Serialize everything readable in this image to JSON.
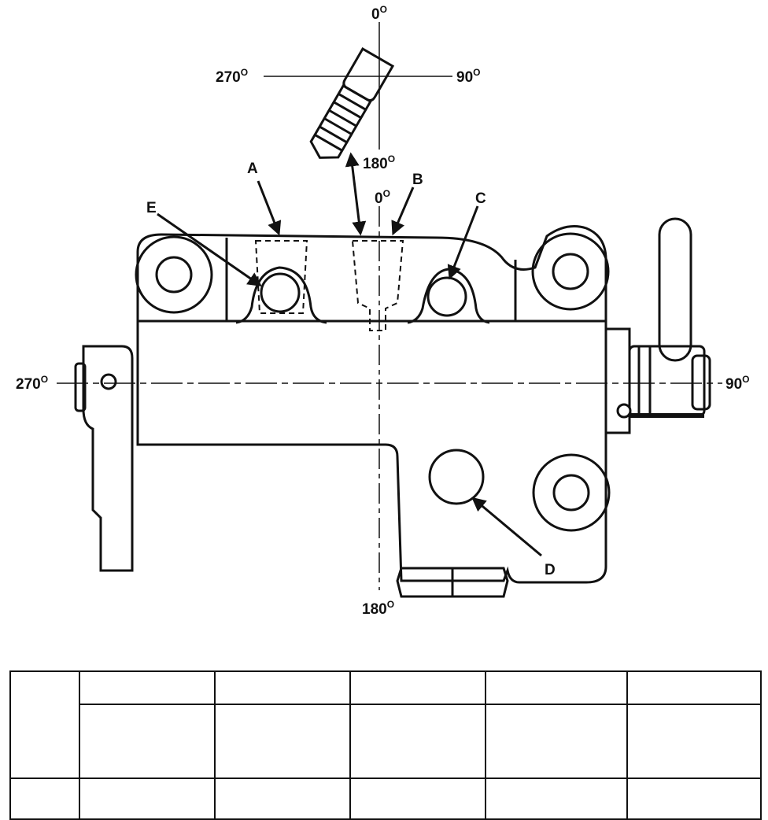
{
  "diagram": {
    "callouts": {
      "a": "A",
      "b": "B",
      "c": "C",
      "d": "D",
      "e": "E"
    },
    "angle_labels": {
      "fitting_top": {
        "value": "0",
        "sup": "O"
      },
      "fitting_left": {
        "value": "270",
        "sup": "O"
      },
      "fitting_right": {
        "value": "90",
        "sup": "O"
      },
      "fitting_bottom": {
        "value": "180",
        "sup": "O"
      },
      "body_top": {
        "value": "0",
        "sup": "O"
      },
      "body_left": {
        "value": "270",
        "sup": "O"
      },
      "body_right": {
        "value": "90",
        "sup": "O"
      },
      "body_bottom": {
        "value": "180",
        "sup": "O"
      }
    }
  },
  "table": {
    "rows": [
      [
        "",
        "",
        "",
        "",
        "",
        ""
      ],
      [
        "",
        "",
        "",
        "",
        ""
      ],
      [
        "",
        "",
        "",
        "",
        "",
        ""
      ]
    ]
  }
}
